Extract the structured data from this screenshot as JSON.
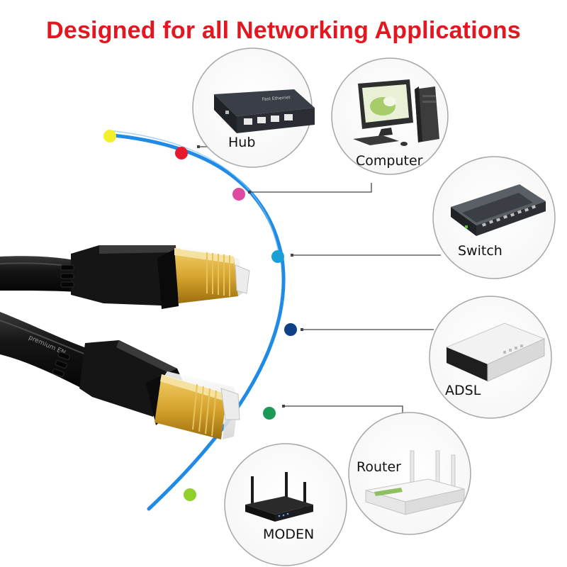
{
  "headline": "Designed for all Networking Applications",
  "cable_print": "premium EN",
  "colors": {
    "headline": "#e4161f",
    "arc": "#1f8be6",
    "connector_gold": "#d9a732",
    "cable": "#111111"
  },
  "devices": [
    {
      "name": "Hub",
      "icon": "hub-icon",
      "dot_color": "#e8192c"
    },
    {
      "name": "Computer",
      "icon": "computer-icon",
      "dot_color": "#de4aa2"
    },
    {
      "name": "Switch",
      "icon": "switch-icon",
      "dot_color": "#1a9fd6"
    },
    {
      "name": "ADSL",
      "icon": "adsl-modem-icon",
      "dot_color": "#0f3f85"
    },
    {
      "name": "Router",
      "icon": "router-icon",
      "dot_color": "#1a9a56"
    },
    {
      "name": "MODEN",
      "icon": "wireless-modem-icon",
      "dot_color": "#8ed12a"
    }
  ],
  "start_dot_color": "#f3ef2b"
}
